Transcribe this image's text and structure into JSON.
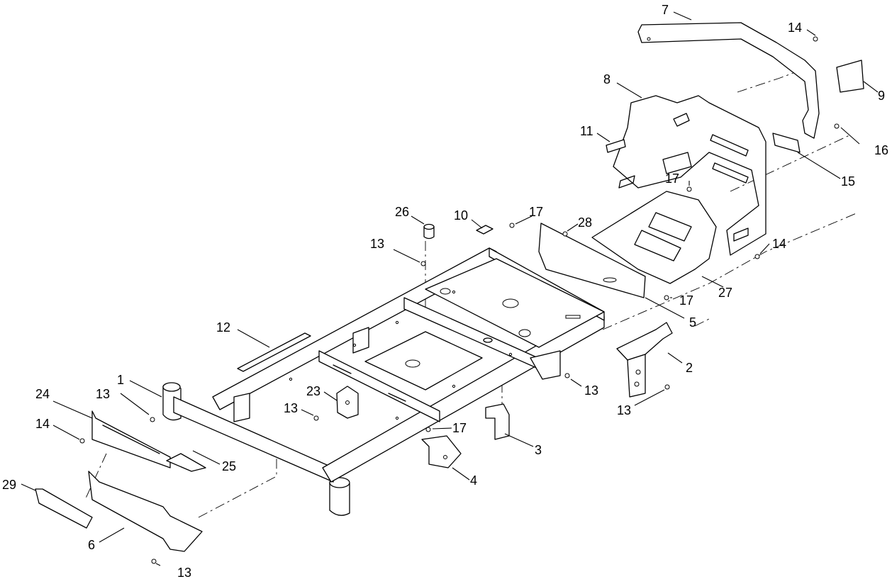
{
  "callouts": [
    {
      "id": "c1",
      "label": "1"
    },
    {
      "id": "c2",
      "label": "2"
    },
    {
      "id": "c3",
      "label": "3"
    },
    {
      "id": "c4",
      "label": "4"
    },
    {
      "id": "c5",
      "label": "5"
    },
    {
      "id": "c6",
      "label": "6"
    },
    {
      "id": "c7",
      "label": "7"
    },
    {
      "id": "c8",
      "label": "8"
    },
    {
      "id": "c9",
      "label": "9"
    },
    {
      "id": "c10",
      "label": "10"
    },
    {
      "id": "c11",
      "label": "11"
    },
    {
      "id": "c12",
      "label": "12"
    },
    {
      "id": "c13a",
      "label": "13"
    },
    {
      "id": "c13b",
      "label": "13"
    },
    {
      "id": "c13c",
      "label": "13"
    },
    {
      "id": "c13d",
      "label": "13"
    },
    {
      "id": "c13e",
      "label": "13"
    },
    {
      "id": "c13f",
      "label": "13"
    },
    {
      "id": "c14a",
      "label": "14"
    },
    {
      "id": "c14b",
      "label": "14"
    },
    {
      "id": "c14c",
      "label": "14"
    },
    {
      "id": "c15",
      "label": "15"
    },
    {
      "id": "c16",
      "label": "16"
    },
    {
      "id": "c17a",
      "label": "17"
    },
    {
      "id": "c17b",
      "label": "17"
    },
    {
      "id": "c17c",
      "label": "17"
    },
    {
      "id": "c17d",
      "label": "17"
    },
    {
      "id": "c23",
      "label": "23"
    },
    {
      "id": "c24",
      "label": "24"
    },
    {
      "id": "c25",
      "label": "25"
    },
    {
      "id": "c26",
      "label": "26"
    },
    {
      "id": "c27",
      "label": "27"
    },
    {
      "id": "c28",
      "label": "28"
    },
    {
      "id": "c29",
      "label": "29"
    }
  ]
}
